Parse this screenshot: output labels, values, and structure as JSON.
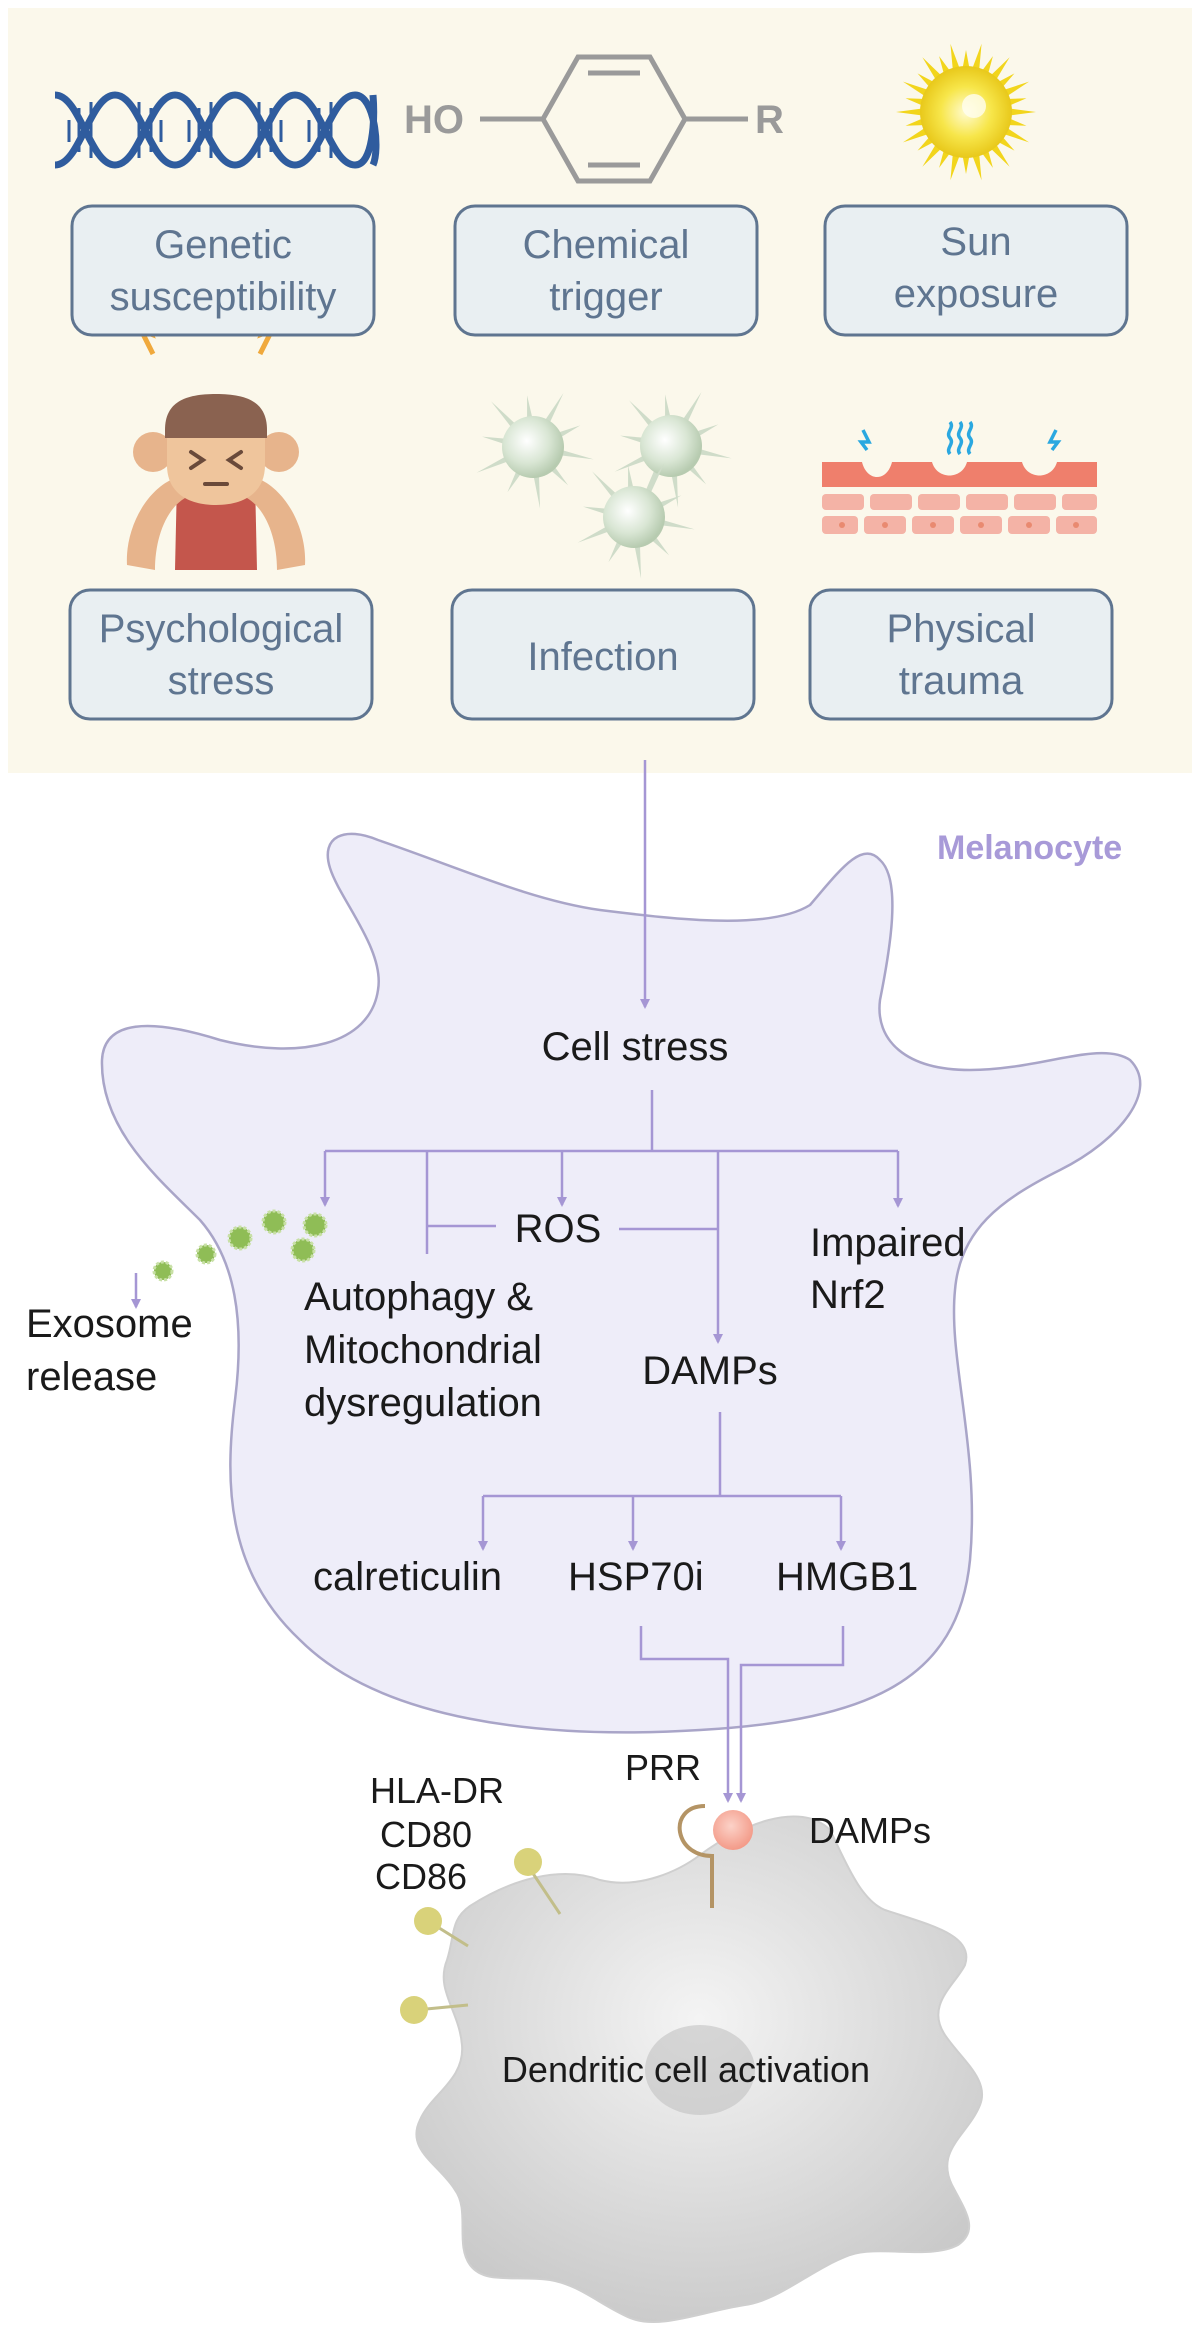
{
  "triggers": [
    {
      "lines": [
        "Genetic",
        "susceptibility"
      ],
      "icon": "dna-icon"
    },
    {
      "lines": [
        "Chemical",
        "trigger"
      ],
      "icon": "phenol-structure-icon"
    },
    {
      "lines": [
        "Sun",
        "exposure"
      ],
      "icon": "sun-icon"
    },
    {
      "lines": [
        "Psychological",
        "stress"
      ],
      "icon": "stressed-person-icon"
    },
    {
      "lines": [
        "Infection"
      ],
      "icon": "virus-icon"
    },
    {
      "lines": [
        "Physical",
        "trauma"
      ],
      "icon": "damaged-skin-icon"
    }
  ],
  "chem": {
    "ho": "HO",
    "r": "R"
  },
  "melanocyte_label": "Melanocyte",
  "nodes": {
    "cell_stress": "Cell stress",
    "ros": "ROS",
    "impaired_nrf2": [
      "Impaired",
      "Nrf2"
    ],
    "exosome_release": [
      "Exosome",
      "release"
    ],
    "autophagy": [
      "Autophagy &",
      "Mitochondrial",
      "dysregulation"
    ],
    "damps": "DAMPs",
    "calreticulin": "calreticulin",
    "hsp70i": "HSP70i",
    "hmgb1": "HMGB1"
  },
  "dendritic": {
    "markers": [
      "HLA-DR",
      "CD80",
      "CD86"
    ],
    "prr": "PRR",
    "damps": "DAMPs",
    "activation": "Dendritic cell activation"
  },
  "colors": {
    "top_panel_bg": "#fbf8eb",
    "box_fill": "#e9eff2",
    "box_stroke": "#5f7590",
    "box_text": "#5f7590",
    "arrow": "#a596d4",
    "melanocyte_fill": "#eeedf9",
    "melanocyte_stroke": "#a9a5c8",
    "melanocyte_label": "#a89ad8",
    "dendritic_fill": "#d4d4d4",
    "marker": "#d9d27a",
    "damp_ball": "#f4a89a",
    "exosome": "#8fbd56"
  }
}
